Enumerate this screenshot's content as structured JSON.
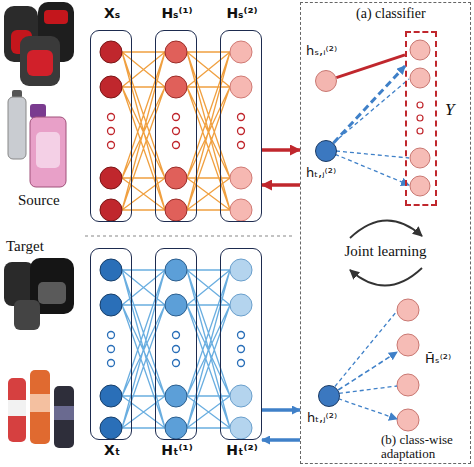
{
  "diagram": {
    "nodes": [
      {
        "text": [
          "Xₛ"
        ]
      },
      {
        "text": [
          "Hₛ⁽¹⁾"
        ]
      },
      {
        "text": [
          "Hₛ⁽²⁾"
        ]
      },
      {
        "text": [
          "Xₜ"
        ]
      },
      {
        "text": [
          "Hₜ⁽¹⁾"
        ]
      },
      {
        "text": [
          "Hₜ⁽²⁾"
        ]
      },
      {
        "text": [
          "(a) classifier",
          "(b) class-wise adaptation"
        ]
      },
      {
        "text": [
          "hₛ,ᵢ⁽²⁾"
        ],
        "in": 6
      },
      {
        "text": [
          "hₜ,ⱼ⁽²⁾"
        ],
        "in": 6
      },
      {
        "text": [
          "Y"
        ],
        "in": 6
      },
      {
        "text": [
          "hₜ,ⱼ⁽²⁾"
        ],
        "in": 6
      },
      {
        "text": [
          "H̄ₛ⁽²⁾"
        ],
        "in": 6
      }
    ],
    "edges": [
      {
        "from": 2,
        "to": 6,
        "arrow": "to"
      },
      {
        "from": 6,
        "to": 2,
        "arrow": "to"
      },
      {
        "from": 5,
        "to": 6,
        "arrow": "to"
      },
      {
        "from": 6,
        "to": 5,
        "arrow": "to"
      },
      {
        "from": 7,
        "to": 9,
        "arrow": "none"
      },
      {
        "from": 8,
        "to": 9,
        "arrow": "to"
      },
      {
        "from": 10,
        "to": 11,
        "arrow": "to"
      }
    ],
    "labels": [
      "Source",
      "Target",
      "Joint learning"
    ]
  }
}
